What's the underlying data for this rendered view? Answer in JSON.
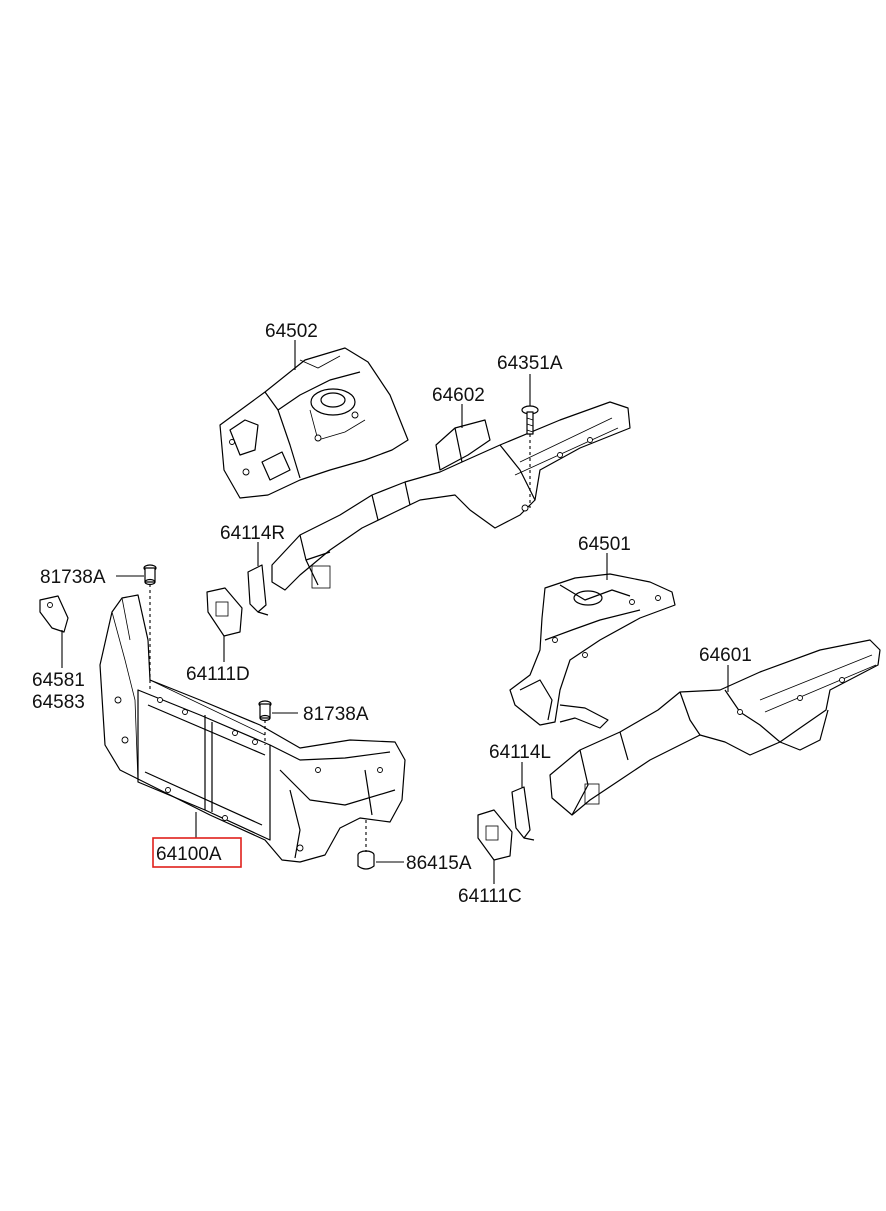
{
  "diagram": {
    "parts": [
      {
        "id": "p64502",
        "label": "64502"
      },
      {
        "id": "p64351a",
        "label": "64351A"
      },
      {
        "id": "p64602",
        "label": "64602"
      },
      {
        "id": "p64114r",
        "label": "64114R"
      },
      {
        "id": "p64501",
        "label": "64501"
      },
      {
        "id": "p81738a_top",
        "label": "81738A"
      },
      {
        "id": "p64581",
        "label": "64581"
      },
      {
        "id": "p64583",
        "label": "64583"
      },
      {
        "id": "p64111d",
        "label": "64111D"
      },
      {
        "id": "p64601",
        "label": "64601"
      },
      {
        "id": "p81738a_mid",
        "label": "81738A"
      },
      {
        "id": "p64114l",
        "label": "64114L"
      },
      {
        "id": "p64100a",
        "label": "64100A",
        "highlighted": true
      },
      {
        "id": "p86415a",
        "label": "86415A"
      },
      {
        "id": "p64111c",
        "label": "64111C"
      }
    ],
    "highlight_color": "#e0201b"
  }
}
